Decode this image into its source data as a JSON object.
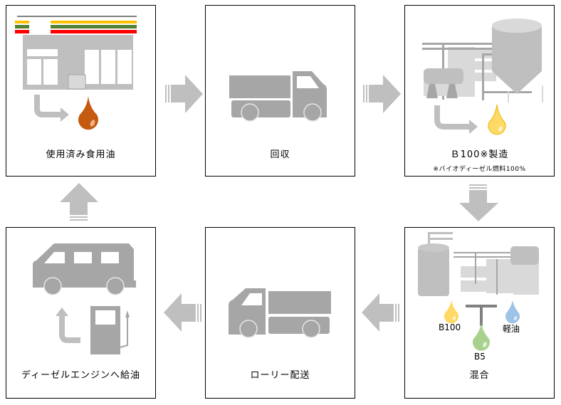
{
  "steps": [
    {
      "id": "used-oil",
      "label": "使用済み食用油"
    },
    {
      "id": "collection",
      "label": "回収"
    },
    {
      "id": "production",
      "label": "Ｂ100※製造",
      "note": "※バイオディーゼル燃料100%"
    },
    {
      "id": "mixing",
      "label": "混合",
      "inputs": [
        "B100",
        "軽油"
      ],
      "output": "B5"
    },
    {
      "id": "delivery",
      "label": "ローリー配送"
    },
    {
      "id": "refuel",
      "label": "ディーゼルエンジンへ給油"
    }
  ],
  "colors": {
    "icon_gray": "#a6a6a6",
    "light_gray": "#d9d9d9",
    "arrow_gray": "#bfbfbf",
    "used_oil": "#c55a11",
    "b100": "#ffd966",
    "b5": "#a9d18e",
    "diesel": "#9dc3e6",
    "stripe_yellow": "#ffc000",
    "stripe_green": "#548235",
    "stripe_red": "#ff0000"
  }
}
